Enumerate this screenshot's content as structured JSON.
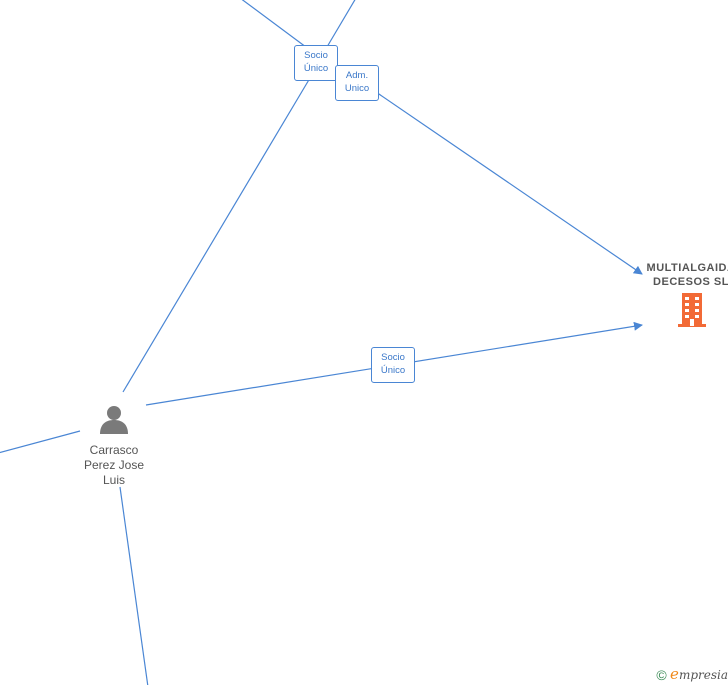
{
  "nodes": {
    "person": {
      "name_lines": [
        "Carrasco",
        "Perez Jose",
        "Luis"
      ]
    },
    "company": {
      "name_lines": [
        "MULTIALGAIDA",
        "DECESOS SL"
      ]
    }
  },
  "edge_labels": {
    "socio_unico_top": [
      "Socio",
      "Único"
    ],
    "adm_unico": [
      "Adm.",
      "Unico"
    ],
    "socio_unico_mid": [
      "Socio",
      "Único"
    ]
  },
  "watermark": {
    "copyright_symbol": "©",
    "brand_initial": "e",
    "brand_rest": "mpresia"
  },
  "colors": {
    "edge": "#4a86d4",
    "company_icon": "#f26a36",
    "person_icon": "#7a7a7a"
  }
}
